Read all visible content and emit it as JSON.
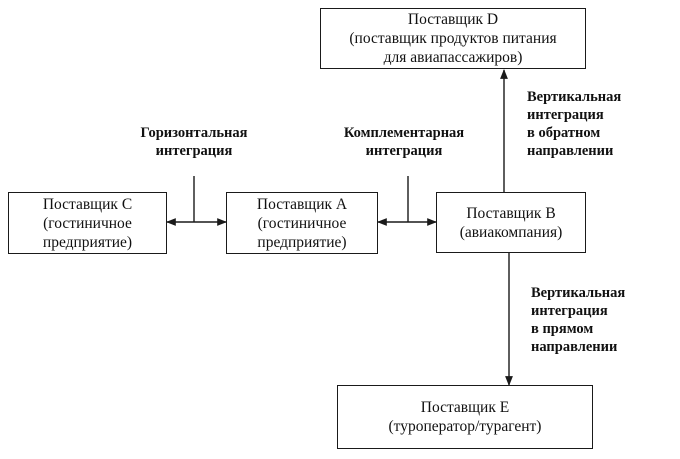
{
  "boxes": {
    "supplier_d": {
      "title": "Поставщик D",
      "line1": "(поставщик продуктов питания",
      "line2": "для авиапассажиров)"
    },
    "supplier_c": {
      "title": "Поставщик С",
      "line1": "(гостиничное",
      "line2": "предприятие)"
    },
    "supplier_a": {
      "title": "Поставщик А",
      "line1": "(гостиничное",
      "line2": "предприятие)"
    },
    "supplier_b": {
      "title": "Поставщик В",
      "line1": "(авиакомпания)"
    },
    "supplier_e": {
      "title": "Поставщик Е",
      "line1": "(туроператор/турагент)"
    }
  },
  "labels": {
    "horizontal": {
      "line1": "Горизонтальная",
      "line2": "интеграция"
    },
    "complementary": {
      "line1": "Комплементарная",
      "line2": "интеграция"
    },
    "vertical_backward": {
      "line1": "Вертикальная",
      "line2": "интеграция",
      "line3": "в обратном",
      "line4": "направлении"
    },
    "vertical_forward": {
      "line1": "Вертикальная",
      "line2": "интеграция",
      "line3": "в прямом",
      "line4": "направлении"
    }
  },
  "colors": {
    "stroke": "#1a1a1a",
    "text": "#111111",
    "background": "#ffffff"
  }
}
